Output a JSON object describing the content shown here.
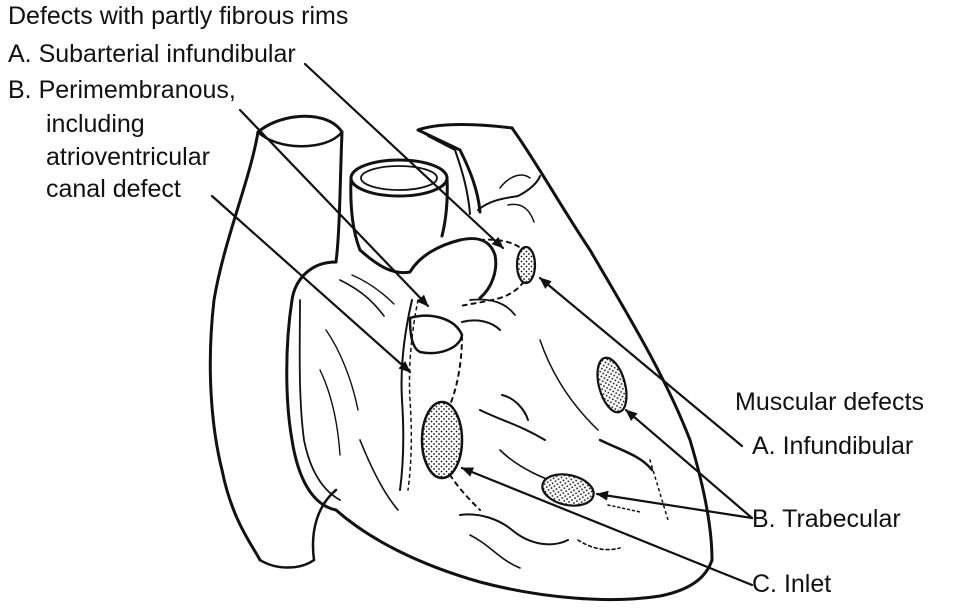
{
  "labels": {
    "fibrous_heading": "Defects with partly fibrous rims",
    "fibrous_a": "A. Subarterial infundibular",
    "fibrous_b_line1": "B. Perimembranous,",
    "fibrous_b_line2": "including",
    "fibrous_b_line3": "atrioventricular",
    "fibrous_b_line4": "canal defect",
    "muscular_heading": "Muscular defects",
    "muscular_a": "A. Infundibular",
    "muscular_b": "B. Trabecular",
    "muscular_c": "C. Inlet"
  },
  "colors": {
    "ink": "#111111",
    "paper": "#ffffff"
  }
}
